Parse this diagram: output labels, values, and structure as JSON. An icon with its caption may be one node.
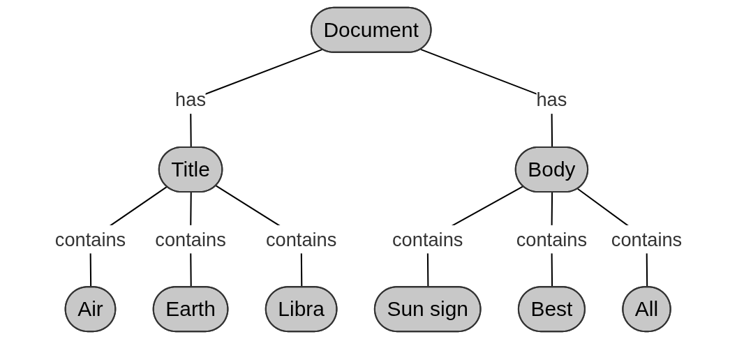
{
  "diagram": {
    "nodes": [
      {
        "text": [
          "Document"
        ]
      },
      {
        "text": [
          "Title"
        ]
      },
      {
        "text": [
          "Body"
        ]
      },
      {
        "text": [
          "Air"
        ]
      },
      {
        "text": [
          "Earth"
        ]
      },
      {
        "text": [
          "Libra"
        ]
      },
      {
        "text": [
          "Sun sign"
        ]
      },
      {
        "text": [
          "Best"
        ]
      },
      {
        "text": [
          "All"
        ]
      }
    ],
    "edges": [
      {
        "from": 0,
        "to": 1,
        "arrow": "none",
        "label": "has"
      },
      {
        "from": 0,
        "to": 2,
        "arrow": "none",
        "label": "has"
      },
      {
        "from": 1,
        "to": 3,
        "arrow": "none",
        "label": "contains"
      },
      {
        "from": 1,
        "to": 4,
        "arrow": "none",
        "label": "contains"
      },
      {
        "from": 1,
        "to": 5,
        "arrow": "none",
        "label": "contains"
      },
      {
        "from": 2,
        "to": 6,
        "arrow": "none",
        "label": "contains"
      },
      {
        "from": 2,
        "to": 7,
        "arrow": "none",
        "label": "contains"
      },
      {
        "from": 2,
        "to": 8,
        "arrow": "none",
        "label": "contains"
      }
    ]
  }
}
